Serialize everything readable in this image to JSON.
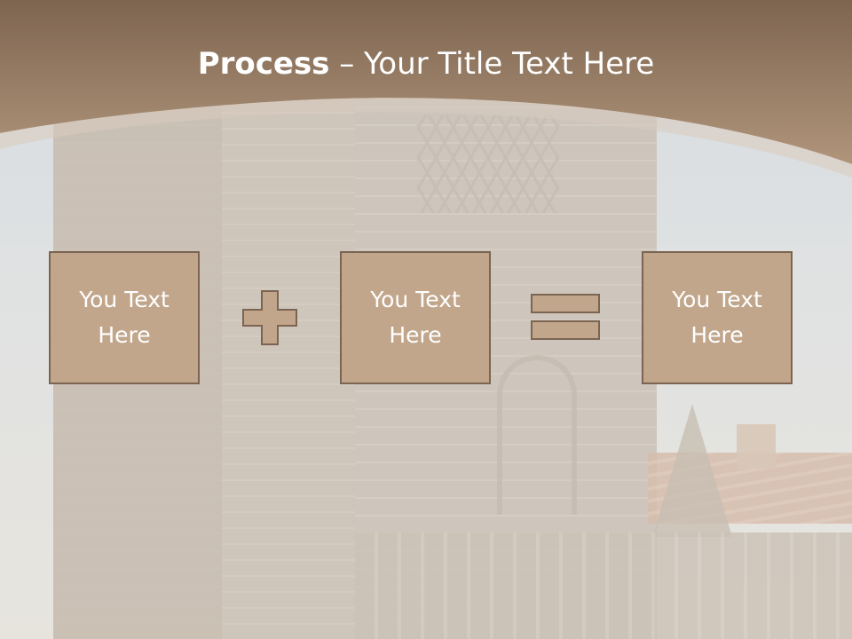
{
  "slide": {
    "title_bold": "Process",
    "title_rest": " – Your Title Text Here",
    "boxes": [
      {
        "label": "You Text Here"
      },
      {
        "label": "You Text Here"
      },
      {
        "label": "You Text Here"
      }
    ],
    "operators": [
      "plus",
      "equals"
    ],
    "colors": {
      "header": "#a0836a",
      "box_fill": "#c1a68b",
      "box_border": "#7b6552",
      "title_text": "#ffffff"
    }
  }
}
